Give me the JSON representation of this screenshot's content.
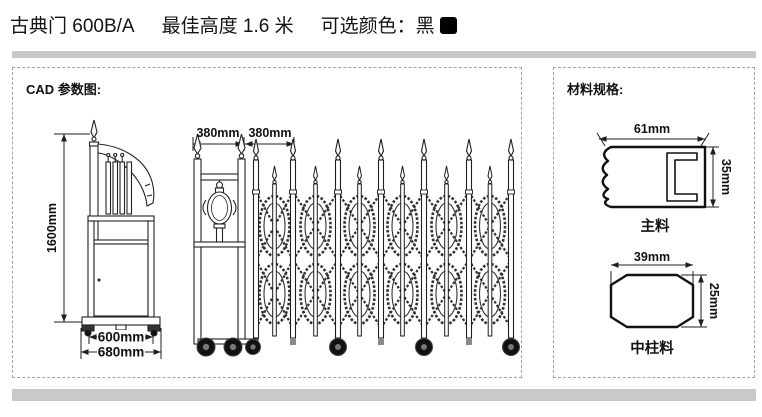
{
  "header": {
    "product_name": "古典门 600B/A",
    "best_height": "最佳高度 1.6 米",
    "color_option": "可选颜色：黑",
    "color_swatch_hex": "#000000"
  },
  "cad_panel": {
    "title": "CAD 参数图:",
    "dims": {
      "gate_height": "1600mm",
      "section_w1": "380mm",
      "section_w2": "380mm",
      "base_inner": "600mm",
      "base_outer": "680mm"
    }
  },
  "materials_panel": {
    "title": "材料规格:",
    "items": [
      {
        "name": "主料",
        "width": "61mm",
        "height": "35mm"
      },
      {
        "name": "中柱料",
        "width": "39mm",
        "height": "25mm"
      }
    ]
  }
}
